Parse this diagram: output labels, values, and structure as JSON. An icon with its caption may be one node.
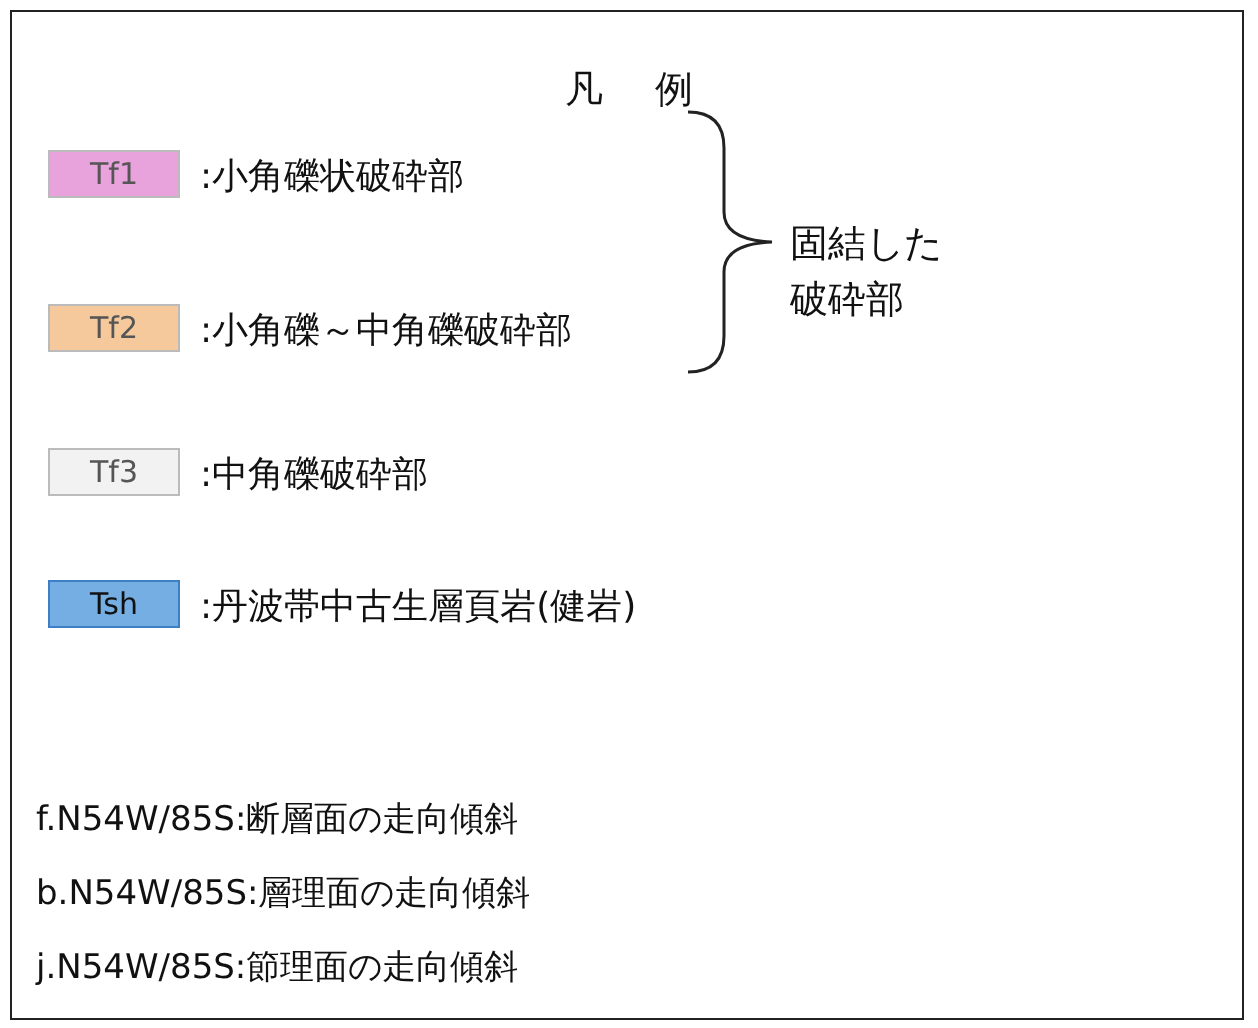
{
  "diagram": {
    "title": "凡例",
    "labels": [
      "Tf1",
      "Tf2",
      "Tf3",
      "Tsh",
      "固結した破砕部",
      "f.N54W/85S:断層面の走向傾斜",
      "b.N54W/85S:層理面の走向傾斜",
      "j.N54W/85S:節理面の走向傾斜"
    ],
    "legend": [
      {
        "text": ":小角礫状破砕部",
        "color": "#e8a2dc"
      },
      {
        "text": ":小角礫～中角礫破砕部",
        "color": "#f6c99c"
      },
      {
        "text": ":中角礫破砕部",
        "color": "#f2f2f2"
      },
      {
        "text": ":丹波帯中古生層頁岩(健岩)",
        "color": "#74aee2"
      }
    ]
  }
}
